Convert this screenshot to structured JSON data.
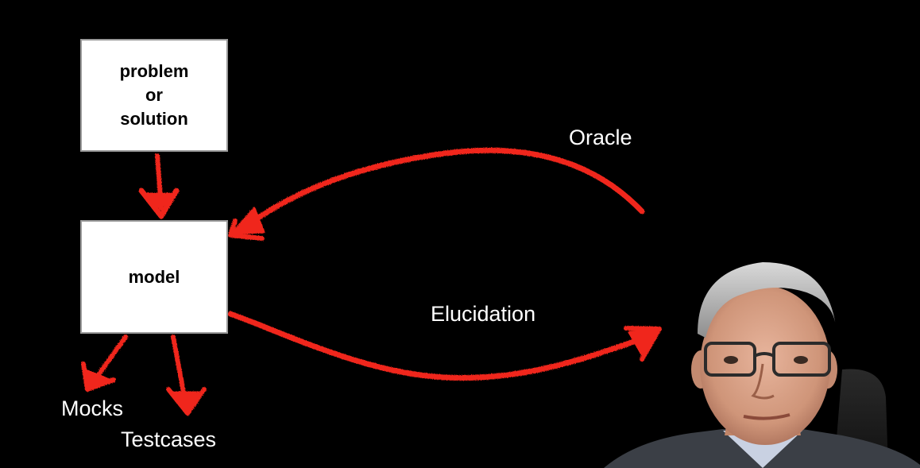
{
  "diagram": {
    "boxes": {
      "problem": [
        "problem",
        "or",
        "solution"
      ],
      "model": "model"
    },
    "labels": {
      "oracle": "Oracle",
      "elucidation": "Elucidation",
      "mocks": "Mocks",
      "testcases": "Testcases"
    }
  },
  "colors": {
    "arrow": "#f0281c",
    "background": "#000000",
    "box_fill": "#ffffff",
    "box_border": "#9a9a9a",
    "label_text": "#ffffff"
  },
  "presenter_video": {
    "icon": "presenter-webcam-icon"
  }
}
